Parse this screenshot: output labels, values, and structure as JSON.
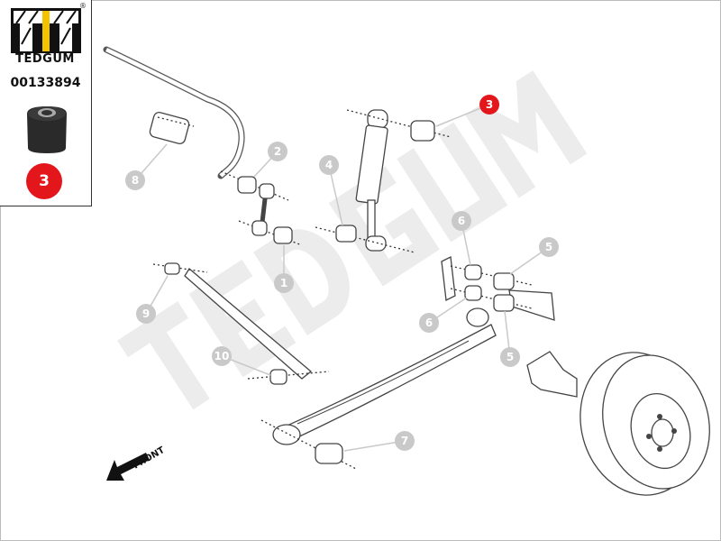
{
  "brand": {
    "name": "TEDGUM",
    "registered_mark": "®"
  },
  "part_number": "00133894",
  "selected_callout": "3",
  "watermark": "TEDGUM",
  "direction_label": "FRONT",
  "callouts": [
    "8",
    "2",
    "3",
    "4",
    "6",
    "5",
    "1",
    "9",
    "6",
    "5",
    "10",
    "7"
  ],
  "colors": {
    "highlight": "#e3161b",
    "callout": "#c9c9c9",
    "logo_yellow": "#f3c300"
  }
}
